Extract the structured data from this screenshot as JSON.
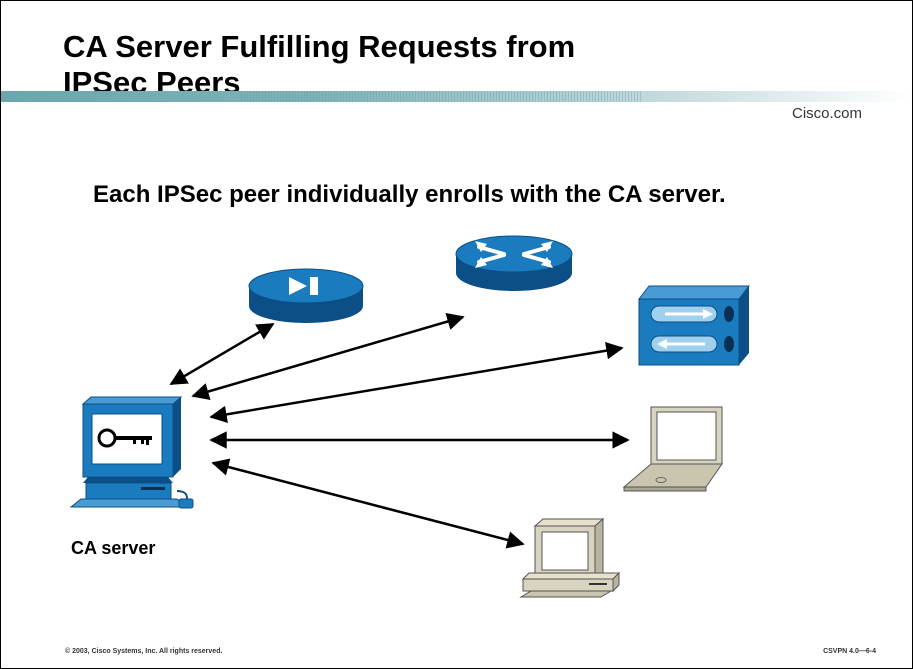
{
  "slide": {
    "title": "CA Server Fulfilling Requests from\nIPSec Peers",
    "brand": "Cisco.com",
    "bullet": "Each IPSec peer individually enrolls with the CA server.",
    "ca_label": "CA server",
    "copyright": "© 2003, Cisco Systems, Inc. All rights reserved.",
    "course_code": "CSVPN 4.0—6-4"
  },
  "diagram": {
    "center": "ca-server",
    "peers": [
      "vpn-concentrator",
      "router",
      "pix-firewall",
      "laptop",
      "desktop-pc"
    ],
    "connections": [
      {
        "from": "ca-server",
        "to": "vpn-concentrator"
      },
      {
        "from": "ca-server",
        "to": "router"
      },
      {
        "from": "ca-server",
        "to": "pix-firewall"
      },
      {
        "from": "ca-server",
        "to": "laptop"
      },
      {
        "from": "ca-server",
        "to": "desktop-pc"
      }
    ],
    "colors": {
      "device_blue": "#1a7bbf",
      "device_dark": "#0b4f86",
      "beige": "#d8d4bf"
    }
  }
}
